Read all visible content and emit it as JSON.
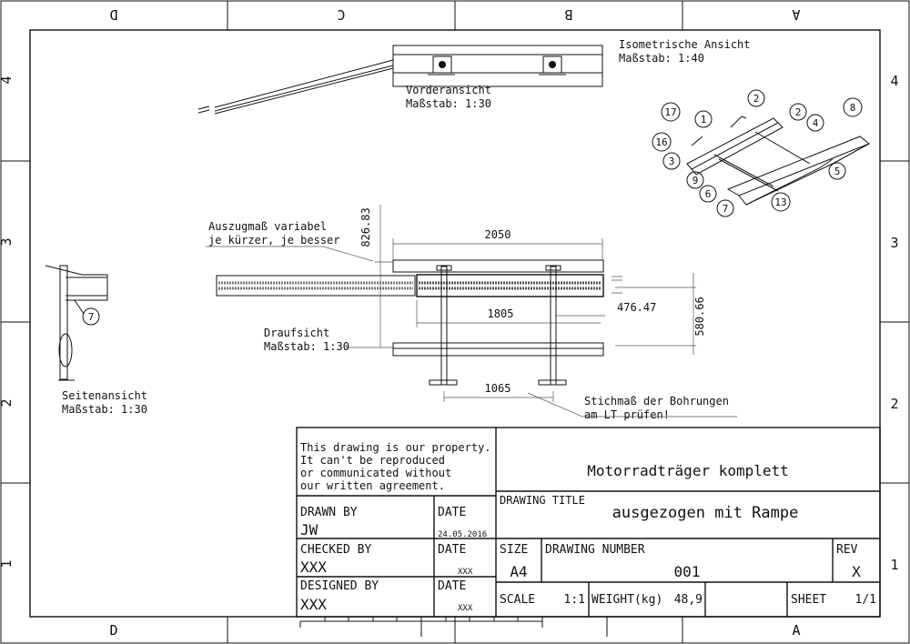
{
  "zones": {
    "columns": [
      "D",
      "C",
      "B",
      "A"
    ],
    "rows": [
      "4",
      "3",
      "2",
      "1"
    ]
  },
  "views": {
    "front": {
      "name": "Vorderansicht",
      "scale": "Maßstab:  1:30"
    },
    "iso": {
      "name": "Isometrische Ansicht",
      "scale": "Maßstab:  1:40"
    },
    "top": {
      "name": "Draufsicht",
      "scale": "Maßstab:  1:30"
    },
    "side": {
      "name": "Seitenansicht",
      "scale": "Maßstab:  1:30"
    }
  },
  "notes": {
    "extension_line1": "Auszugmaß variabel",
    "extension_line2": "je kürzer, je besser",
    "holes_line1": "Stichmaß der Bohrungen",
    "holes_line2": "am LT prüfen!"
  },
  "dimensions": {
    "d2050": "2050",
    "d1805": "1805",
    "d1065": "1065",
    "d476": "476.47",
    "d580": "580.66",
    "d826": "826.83"
  },
  "balloons": [
    "17",
    "1",
    "2",
    "2",
    "4",
    "8",
    "16",
    "3",
    "9",
    "6",
    "7",
    "5",
    "13",
    "7"
  ],
  "title_block": {
    "property": [
      "This drawing is our property.",
      "It can't be reproduced",
      "or communicated without",
      "our written agreement."
    ],
    "main_title": "Motorradträger komplett",
    "drawing_title_label": "DRAWING TITLE",
    "drawing_title": "ausgezogen mit Rampe",
    "drawn_by_label": "DRAWN BY",
    "drawn_by": "JW",
    "date_label": "DATE",
    "drawn_date": "24.05.2016",
    "checked_by_label": "CHECKED BY",
    "checked_by": "XXX",
    "checked_date": "XXX",
    "designed_by_label": "DESIGNED BY",
    "designed_by": "XXX",
    "designed_date": "XXX",
    "size_label": "SIZE",
    "size": "A4",
    "drawing_number_label": "DRAWING NUMBER",
    "drawing_number": "001",
    "rev_label": "REV",
    "rev": "X",
    "scale_label": "SCALE",
    "scale": "1:1",
    "weight_label": "WEIGHT(kg)",
    "weight": "48,9",
    "sheet_label": "SHEET",
    "sheet": "1/1"
  }
}
